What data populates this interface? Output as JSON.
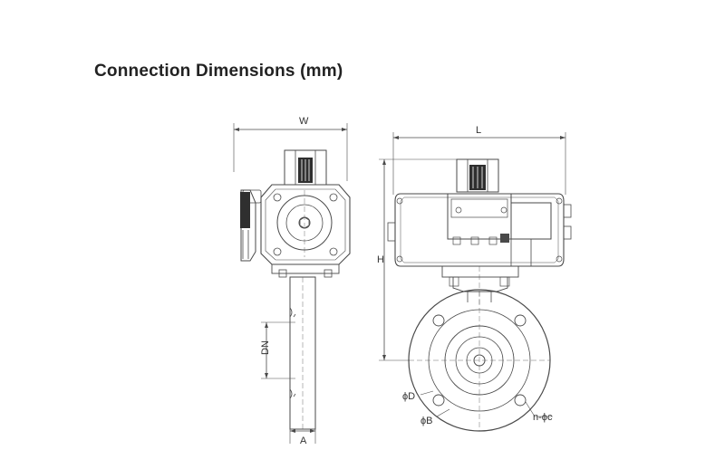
{
  "title": "Connection Dimensions (mm)",
  "dimension_labels": {
    "W": "W",
    "L": "L",
    "H": "H",
    "DN": "DN",
    "A": "A",
    "D": "ϕD",
    "B": "ϕB",
    "n_c": "n-ϕc"
  },
  "colors": {
    "line": "#4a4a4a",
    "text": "#333333",
    "background": "#ffffff"
  }
}
